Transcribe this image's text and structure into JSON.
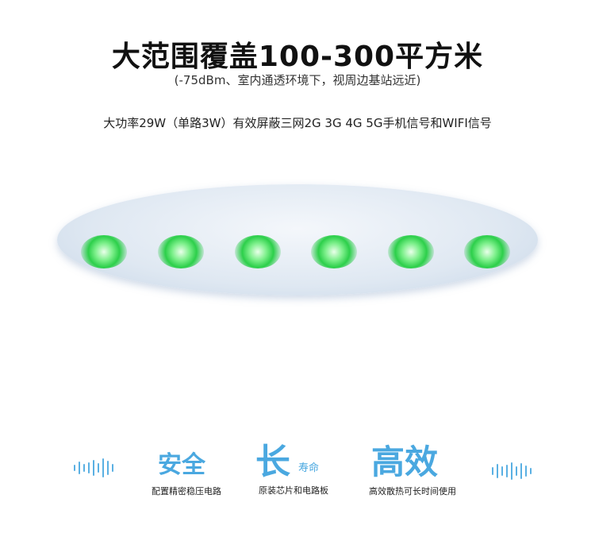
{
  "header": {
    "title": "大范围覆盖100-300平方米",
    "subtitle": "(-75dBm、室内通透环境下，视周边基站远近)",
    "description": "大功率29W（单路3W）有效屏蔽三网2G 3G 4G 5G手机信号和WIFI信号"
  },
  "features": [
    {
      "title": "安全",
      "suffix": "",
      "caption": "配置精密稳压电路"
    },
    {
      "title": "长",
      "suffix": "寿命",
      "caption": "原装芯片和电路板"
    },
    {
      "title": "高效",
      "suffix": "",
      "caption": "高效散热可长时间使用"
    }
  ],
  "colors": {
    "accent": "#4aa8e0",
    "led": "#2ccf4a"
  },
  "led_count": 6
}
